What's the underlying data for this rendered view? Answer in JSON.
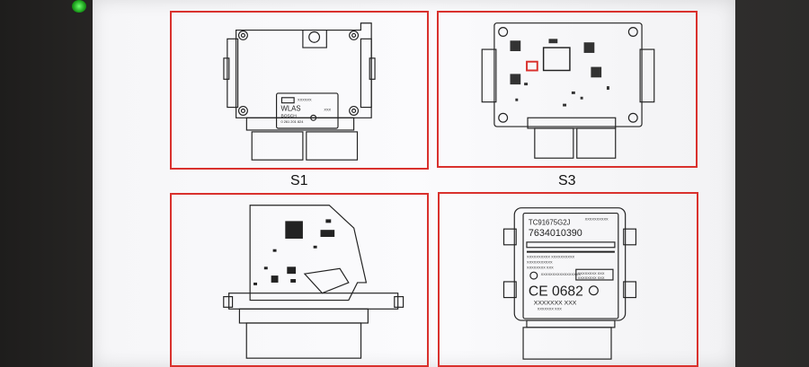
{
  "captions": {
    "s1": "S1",
    "s3": "S3"
  },
  "ecu1": {
    "brand_line1": "WLAS",
    "brand_line2": "BOSCH",
    "serial": "0 261 201 824",
    "small_code_1": "XXXXXX",
    "small_code_2": "XXX"
  },
  "ecu4": {
    "part_code": "TC91675G2J",
    "part_number": "7634010390",
    "ce_mark": "CE 0682",
    "code_line": "XXXXXXX  XXX",
    "filler_1": "XXXXXXXXXX",
    "filler_2": "XXXXXXXXXX XXXXXXXXXX",
    "filler_3": "XXXXXXXXXXX",
    "filler_4": "XXXXXXXX XXX",
    "filler_5": "XXXXXXXXXXXXXXXXX",
    "filler_6": "XXXXXXXX XXX",
    "filler_7": "XXXXXXXX XXX",
    "filler_8": "XXXXXXX XXX"
  },
  "colors": {
    "panel_border": "#d9312d",
    "power_led": "#2ecc40"
  },
  "icons": {
    "power": "power-led-icon"
  }
}
